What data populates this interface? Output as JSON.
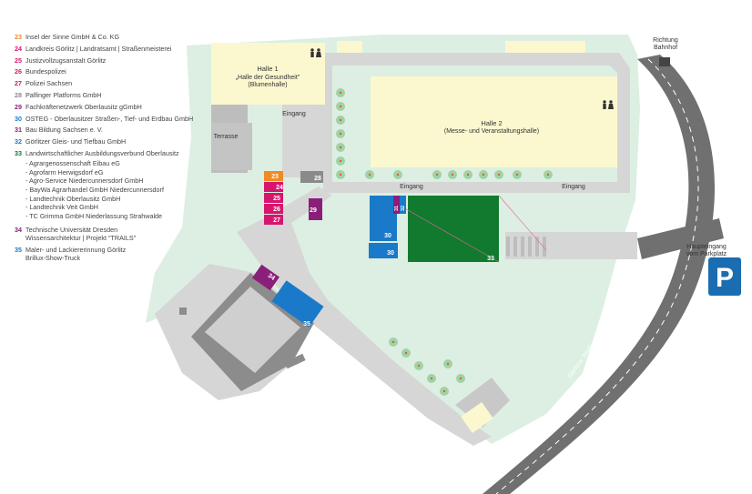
{
  "colors": {
    "green_area": "#dcefe2",
    "path_grey": "#d6d6d6",
    "building_grey": "#bdbdbd",
    "hall_yellow": "#fbf8cf",
    "road_dark": "#707070",
    "dark_green": "#117a2e",
    "blue": "#1a7ac9",
    "orange": "#f08a24",
    "magenta": "#d6166e",
    "purple": "#8a1f7a",
    "parking_blue": "#1a6db0"
  },
  "legend": [
    {
      "num": "23",
      "color": "#f08a24",
      "text": "Insel der Sinne GmbH & Co. KG"
    },
    {
      "num": "24",
      "color": "#d6166e",
      "text": "Landkreis Görlitz | Landratsamt | Straßenmeisterei"
    },
    {
      "num": "25",
      "color": "#d6166e",
      "text": "Justizvollzugsanstalt Görlitz"
    },
    {
      "num": "26",
      "color": "#d6166e",
      "text": "Bundespolizei"
    },
    {
      "num": "27",
      "color": "#d6166e",
      "text": "Polizei Sachsen"
    },
    {
      "num": "28",
      "color": "#8a8a8a",
      "text": "Palfinger Platforms GmbH"
    },
    {
      "num": "29",
      "color": "#8a1f7a",
      "text": "Fachkräftenetzwerk Oberlausitz gGmbH"
    },
    {
      "num": "30",
      "color": "#1a7ac9",
      "text": "OSTEG - Oberlausitzer Straßen-, Tief- und Erdbau GmbH"
    },
    {
      "num": "31",
      "color": "#8a1f7a",
      "text": "Bau Bildung Sachsen e. V."
    },
    {
      "num": "32",
      "color": "#1a7ac9",
      "text": "Görlitzer Gleis- und Tiefbau GmbH"
    },
    {
      "num": "33",
      "color": "#117a2e",
      "text": "Landwirtschaftlicher Ausbildungsverbund Oberlausitz",
      "sub": [
        "- Agrargenossenschaft Eibau eG",
        "- Agrofarm Herwigsdorf eG",
        "- Agro-Service Niedercunnersdorf GmbH",
        "- BayWa Agrarhandel GmbH Niedercunnersdorf",
        "- Landtechnik Oberlausitz GmbH",
        "- Landtechnik Veit GmbH",
        "- TC Grimma GmbH Niederlassung Strahwalde"
      ]
    },
    {
      "num": "34",
      "color": "#8a1f7a",
      "text": "Technische Universität Dresden",
      "text2": "Wissensarchitektur | Projekt \"TRAILS\""
    },
    {
      "num": "35",
      "color": "#1a7ac9",
      "text": "Maler- und Lackiererinnung Görlitz",
      "text2": "Brillux-Show-Truck"
    }
  ],
  "map": {
    "hall1_title": "Halle 1",
    "hall1_sub": "„Halle der Gesundheit\"",
    "hall1_sub2": "(Blumenhalle)",
    "hall1_entrance": "Eingang",
    "terrace": "Terrasse",
    "hall2_title": "Halle 2",
    "hall2_sub": "(Messe- und Veranstaltungshalle)",
    "hall2_entrance_left": "Eingang",
    "hall2_entrance_right": "Eingang",
    "direction_line1": "Richtung",
    "direction_line2": "Bahnhof",
    "main_entrance_line1": "Haupteingang",
    "main_entrance_line2": "vom Parkplatz",
    "parking_letter": "P",
    "street_name": "Görlitzer Straße",
    "stand_labels": {
      "s23": "23",
      "s24": "24",
      "s25": "25",
      "s26": "26",
      "s27": "27",
      "s28": "28",
      "s29": "29",
      "s30a": "30",
      "s30b": "30",
      "s31": "31",
      "s32": "32",
      "s33": "33",
      "s34": "34",
      "s35": "35"
    }
  }
}
